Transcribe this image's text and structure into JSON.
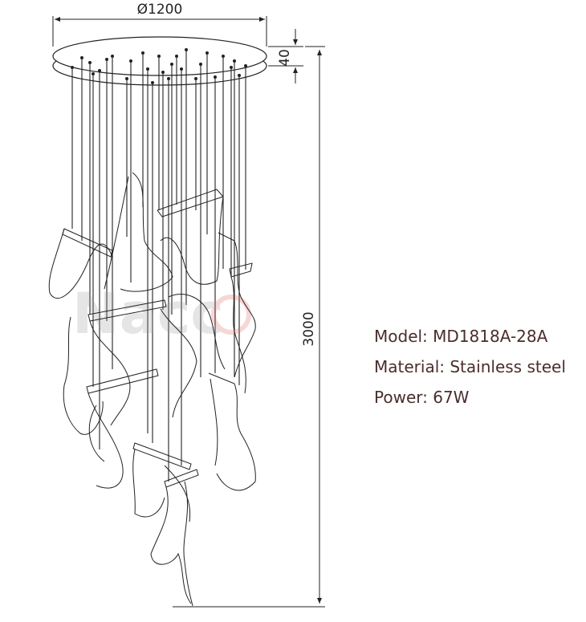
{
  "dimensions": {
    "diameter_label": "Ø1200",
    "canopy_height_label": "40",
    "total_height_label": "3000"
  },
  "specs": [
    {
      "label": "Model:",
      "value": "MD1818A-28A"
    },
    {
      "label": "Material:",
      "value": "Stainless steel"
    },
    {
      "label": "Power:",
      "value": "67W"
    }
  ],
  "colors": {
    "line": "#222222",
    "spec_text": "#4a2e2b",
    "watermark": "#dddddd"
  }
}
